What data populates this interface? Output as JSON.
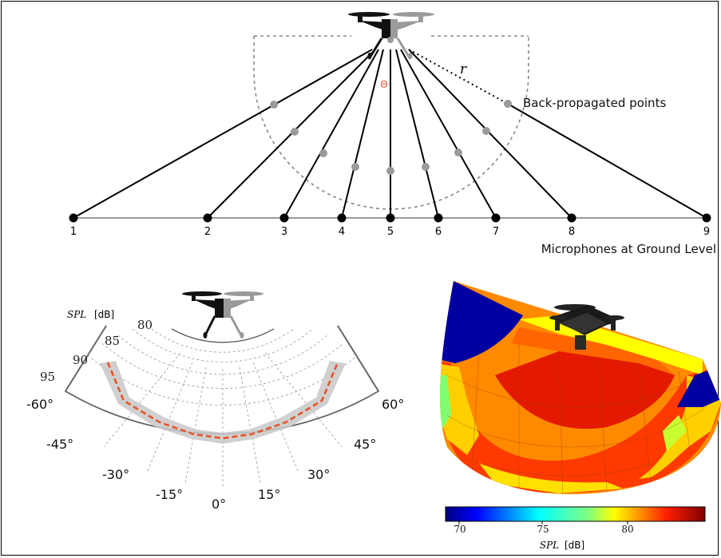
{
  "top_panel": {
    "radius_label": "r",
    "angle_label": "Θ",
    "back_propagated_label": "Back-propagated points",
    "ground_label": "Microphones at Ground Level",
    "microphone_numbers": [
      "1",
      "2",
      "3",
      "4",
      "5",
      "6",
      "7",
      "8",
      "9"
    ]
  },
  "polar_panel": {
    "spl_symbol": "SPL",
    "spl_unit": "[dB]",
    "radial_ticks": [
      "80",
      "85",
      "90",
      "95"
    ],
    "angle_ticks": [
      "-60°",
      "-45°",
      "-30°",
      "-15°",
      "0°",
      "15°",
      "30°",
      "45°",
      "60°"
    ],
    "colors": {
      "mean_line": "#e8532a",
      "band": "#c8c8c8",
      "grid": "#888888"
    }
  },
  "colorbar": {
    "ticks": [
      "70",
      "75",
      "80"
    ],
    "label_symbol": "SPL",
    "label_unit": "[dB]",
    "colormap": "jet"
  },
  "colors": {
    "drone_dark": "#111111",
    "drone_light": "#9a9a9a",
    "accent_theta": "#e8532a"
  }
}
